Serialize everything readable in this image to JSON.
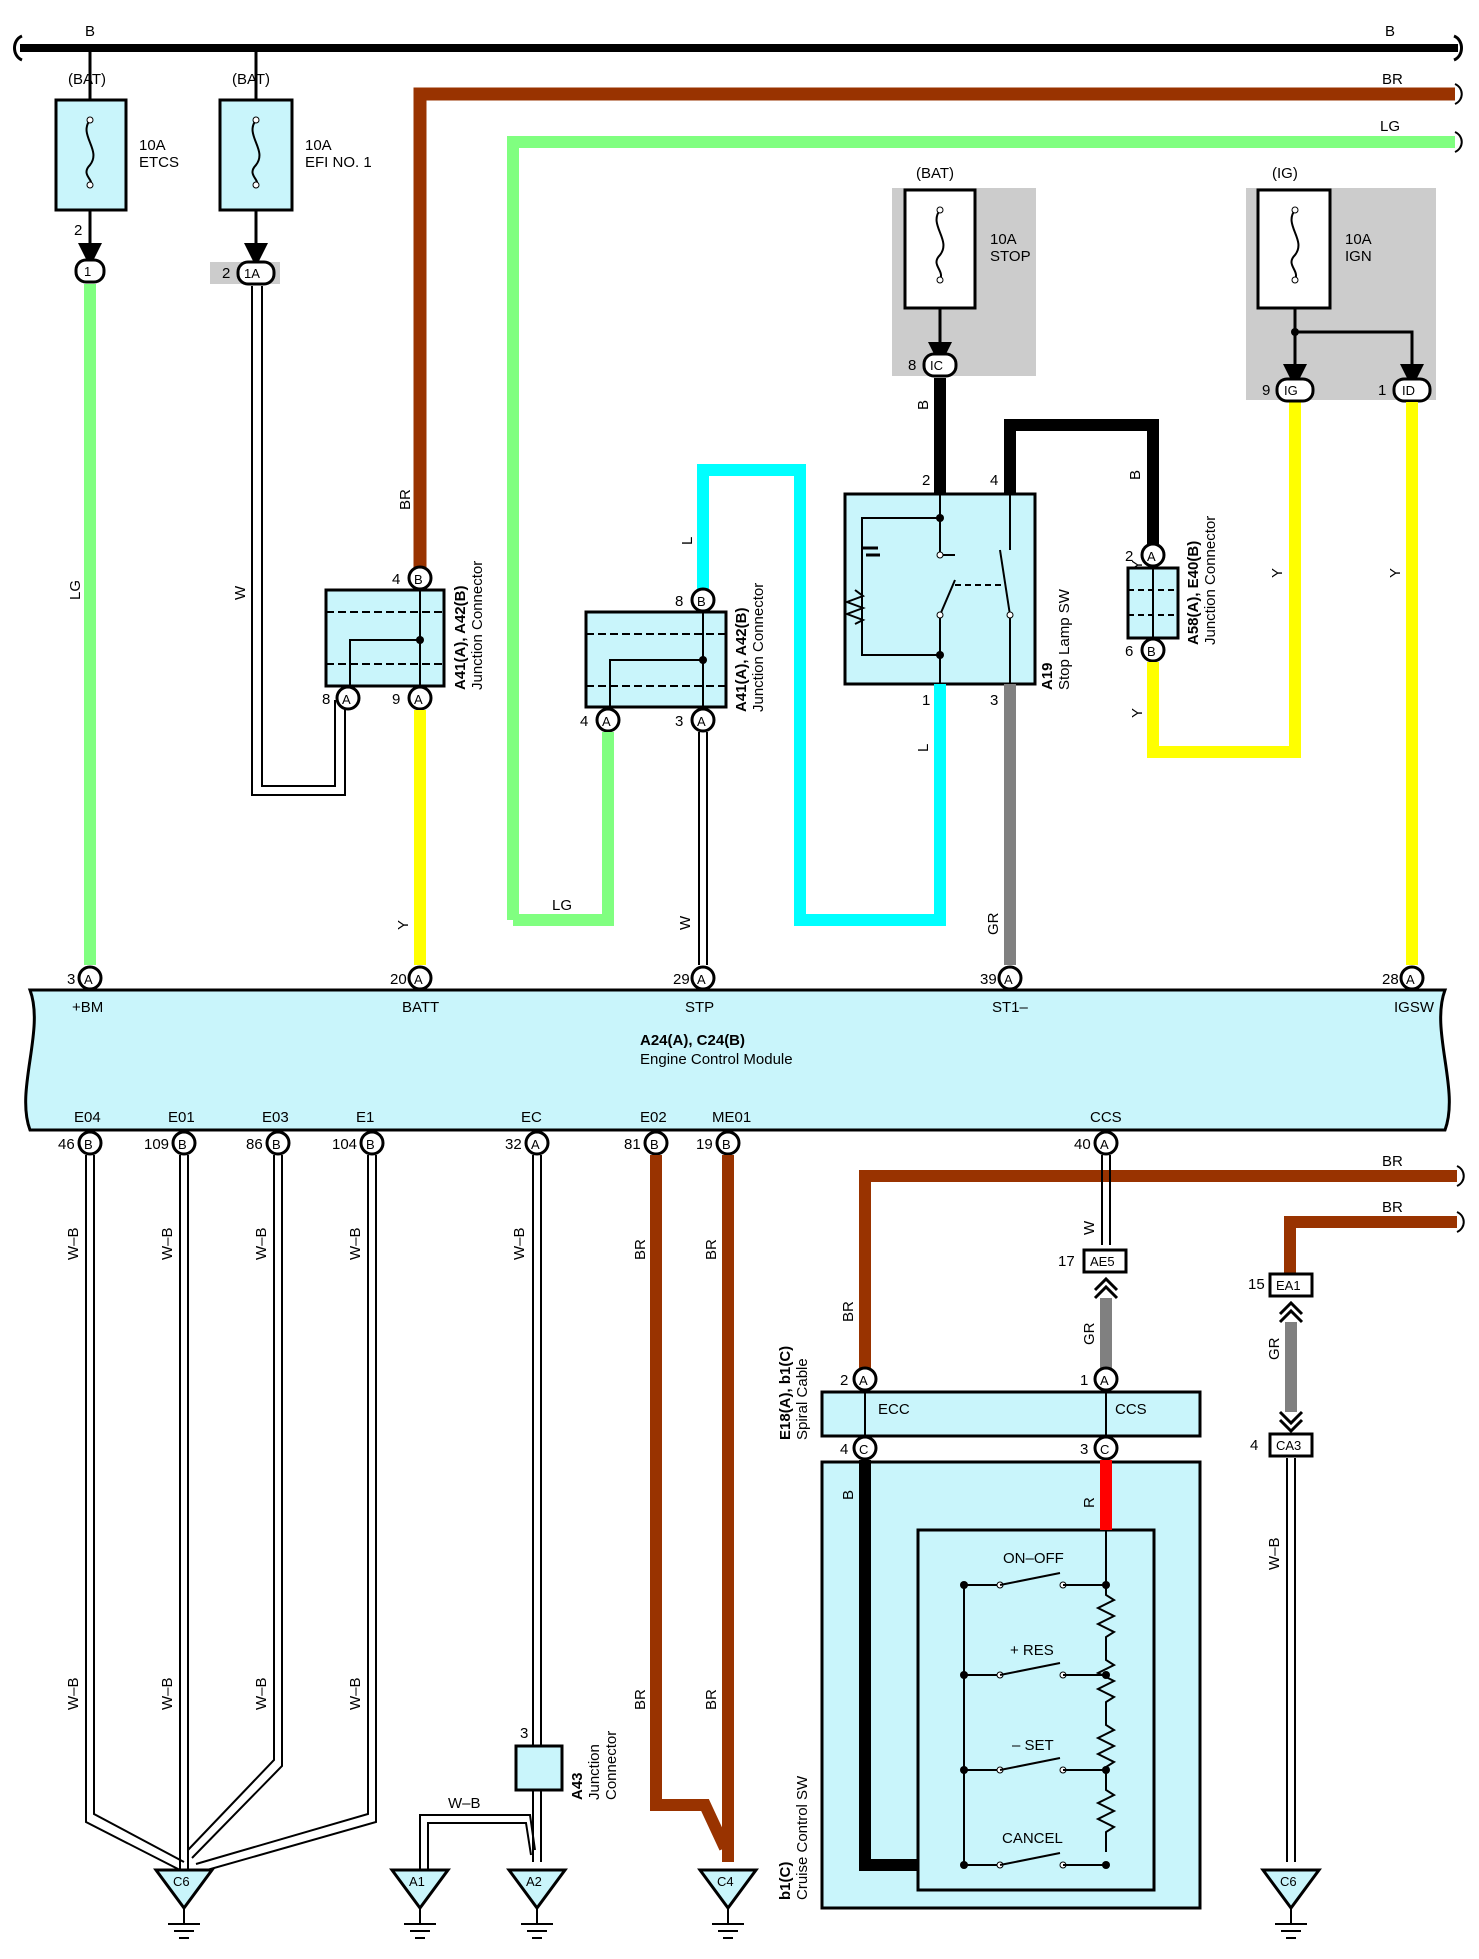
{
  "colors": {
    "B": "#000000",
    "BR": "#993300",
    "LG": "#80ff80",
    "L": "#00ffff",
    "Y": "#ffff00",
    "GR": "#808080",
    "R": "#ff0000",
    "W": "#ffffff",
    "component_fill": "#c9f5fb",
    "relay_block": "#cccccc"
  },
  "bus_labels": {
    "b_left": "B",
    "b_right": "B",
    "br_top": "BR",
    "lg_top": "LG",
    "br_right1": "BR",
    "br_right2": "BR"
  },
  "fuses": {
    "etcs": {
      "supply": "(BAT)",
      "rating": "10A",
      "name": "ETCS",
      "pin": "2",
      "conn": "1"
    },
    "efi": {
      "supply": "(BAT)",
      "rating": "10A",
      "name": "EFI NO. 1",
      "pin": "2",
      "conn": "1A"
    },
    "stop": {
      "supply": "(BAT)",
      "rating": "10A",
      "name": "STOP",
      "pin": "8",
      "conn": "IC"
    },
    "ign": {
      "supply": "(IG)",
      "rating": "10A",
      "name": "IGN",
      "pin_ig": "9",
      "conn_ig": "IG",
      "pin_id": "1",
      "conn_id": "ID"
    }
  },
  "junction1": {
    "ref": "A41(A), A42(B)",
    "name": "Junction Connector",
    "pin_top": "4",
    "conn_top": "B",
    "pin_bl": "8",
    "conn_bl": "A",
    "pin_br": "9",
    "conn_br": "A"
  },
  "junction2": {
    "ref": "A41(A), A42(B)",
    "name": "Junction Connector",
    "pin_top": "8",
    "conn_top": "B",
    "pin_bl": "4",
    "conn_bl": "A",
    "pin_br": "3",
    "conn_br": "A"
  },
  "stop_sw": {
    "ref": "A19",
    "name": "Stop Lamp SW",
    "pin_tl": "2",
    "pin_tr": "4",
    "pin_bl": "1",
    "pin_br": "3"
  },
  "junction3": {
    "ref": "A58(A), E40(B)",
    "name": "Junction Connector",
    "pin_top": "2",
    "conn_top": "A",
    "pin_bot": "6",
    "conn_bot": "B"
  },
  "wire_labels": {
    "lg1": "LG",
    "w1": "W",
    "br1": "BR",
    "y1": "Y",
    "l1": "L",
    "lg2": "LG",
    "w2": "W",
    "b1": "B",
    "l2": "L",
    "gr1": "GR",
    "b2": "B",
    "y2": "Y",
    "y3": "Y",
    "y4": "Y",
    "y5": "Y",
    "wb1": "W–B",
    "wb2": "W–B",
    "wb3": "W–B",
    "wb4": "W–B",
    "wb5": "W–B",
    "wb6": "W–B",
    "wb7": "W–B",
    "wb8": "W–B",
    "wb9": "W–B",
    "wb10": "W–B",
    "wb11": "W–B",
    "br2": "BR",
    "br3": "BR",
    "br4": "BR",
    "br5": "BR",
    "br6": "BR",
    "w3": "W",
    "gr2": "GR",
    "gr3": "GR",
    "b3": "B",
    "r1": "R"
  },
  "ecm": {
    "ref": "A24(A), C24(B)",
    "name": "Engine Control Module",
    "top_pins": [
      {
        "num": "3",
        "conn": "A",
        "label": "+BM"
      },
      {
        "num": "20",
        "conn": "A",
        "label": "BATT"
      },
      {
        "num": "29",
        "conn": "A",
        "label": "STP"
      },
      {
        "num": "39",
        "conn": "A",
        "label": "ST1–"
      },
      {
        "num": "28",
        "conn": "A",
        "label": "IGSW"
      }
    ],
    "bottom_pins": [
      {
        "num": "46",
        "conn": "B",
        "label": "E04"
      },
      {
        "num": "109",
        "conn": "B",
        "label": "E01"
      },
      {
        "num": "86",
        "conn": "B",
        "label": "E03"
      },
      {
        "num": "104",
        "conn": "B",
        "label": "E1"
      },
      {
        "num": "32",
        "conn": "A",
        "label": "EC"
      },
      {
        "num": "81",
        "conn": "B",
        "label": "E02"
      },
      {
        "num": "19",
        "conn": "B",
        "label": "ME01"
      },
      {
        "num": "40",
        "conn": "A",
        "label": "CCS"
      }
    ]
  },
  "inline_connectors": {
    "ae5": {
      "pin": "17",
      "name": "AE5"
    },
    "ea1": {
      "pin": "15",
      "name": "EA1"
    },
    "ca3": {
      "pin": "4",
      "name": "CA3"
    }
  },
  "spiral_cable": {
    "ref": "E18(A), b1(C)",
    "name": "Spiral Cable",
    "pin_ecc": "2",
    "conn_ecc": "A",
    "label_ecc": "ECC",
    "pin_ccs": "1",
    "conn_ccs": "A",
    "label_ccs": "CCS",
    "pin_b": "4",
    "conn_b": "C",
    "pin_r": "3",
    "conn_r": "C"
  },
  "cruise_sw": {
    "ref": "b1(C)",
    "name": "Cruise Control SW",
    "sw1": "ON–OFF",
    "sw2": "+ RES",
    "sw3": "– SET",
    "sw4": "CANCEL"
  },
  "a43": {
    "ref": "A43",
    "name1": "Junction",
    "name2": "Connector",
    "pin": "3"
  },
  "grounds": {
    "g1": "C6",
    "g2": "A1",
    "g3": "A2",
    "g4": "C4",
    "g5": "C6"
  }
}
